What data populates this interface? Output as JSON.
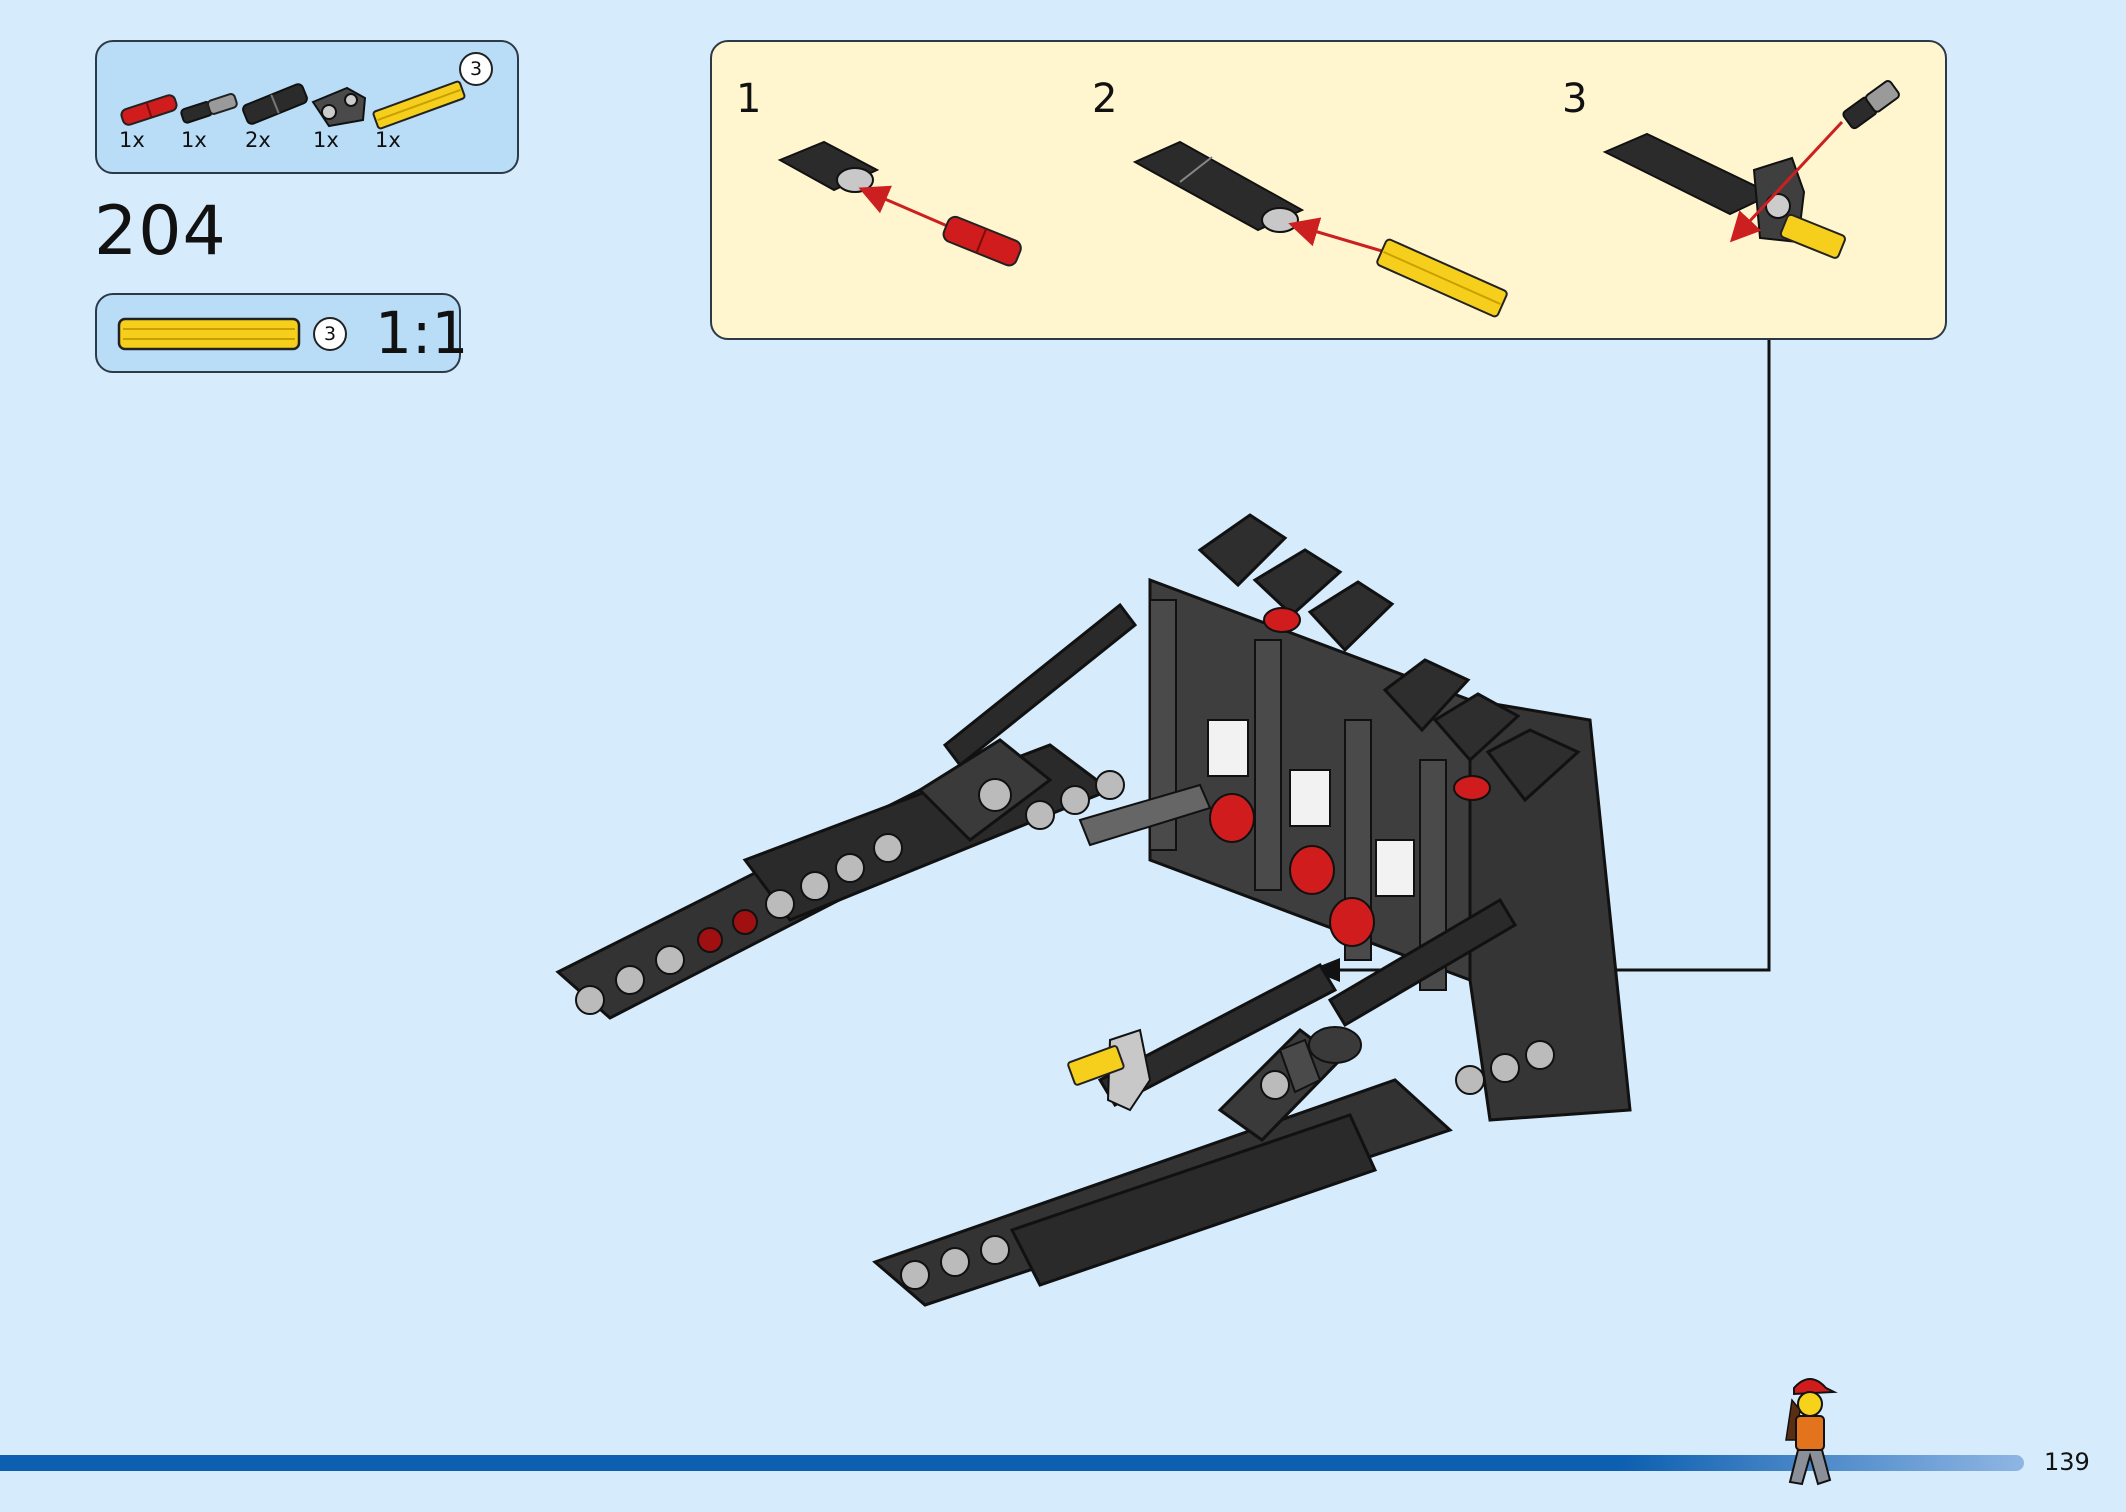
{
  "parts_list": {
    "items": [
      {
        "qty": "1x",
        "part": "red-pin"
      },
      {
        "qty": "1x",
        "part": "grey-black-connector"
      },
      {
        "qty": "2x",
        "part": "black-axle-connector"
      },
      {
        "qty": "1x",
        "part": "dark-grey-liftarm-beam"
      },
      {
        "qty": "1x",
        "part": "yellow-axle-3"
      }
    ],
    "axle_length": "3"
  },
  "step": {
    "number": "204"
  },
  "scale": {
    "axle_length": "3",
    "ratio": "1:1"
  },
  "substeps": [
    {
      "number": "1"
    },
    {
      "number": "2"
    },
    {
      "number": "3"
    }
  ],
  "page": {
    "number": "139"
  },
  "colors": {
    "background": "#d6ebfb",
    "panel": "#b9dcf7",
    "callout": "#fff6cf",
    "arrow": "#cc1f1f",
    "bar": "#0d5fb0",
    "part_black": "#2b2b2b",
    "part_grey": "#5a5a5a",
    "part_red": "#d01c1c",
    "part_yellow": "#f6cf1c"
  }
}
